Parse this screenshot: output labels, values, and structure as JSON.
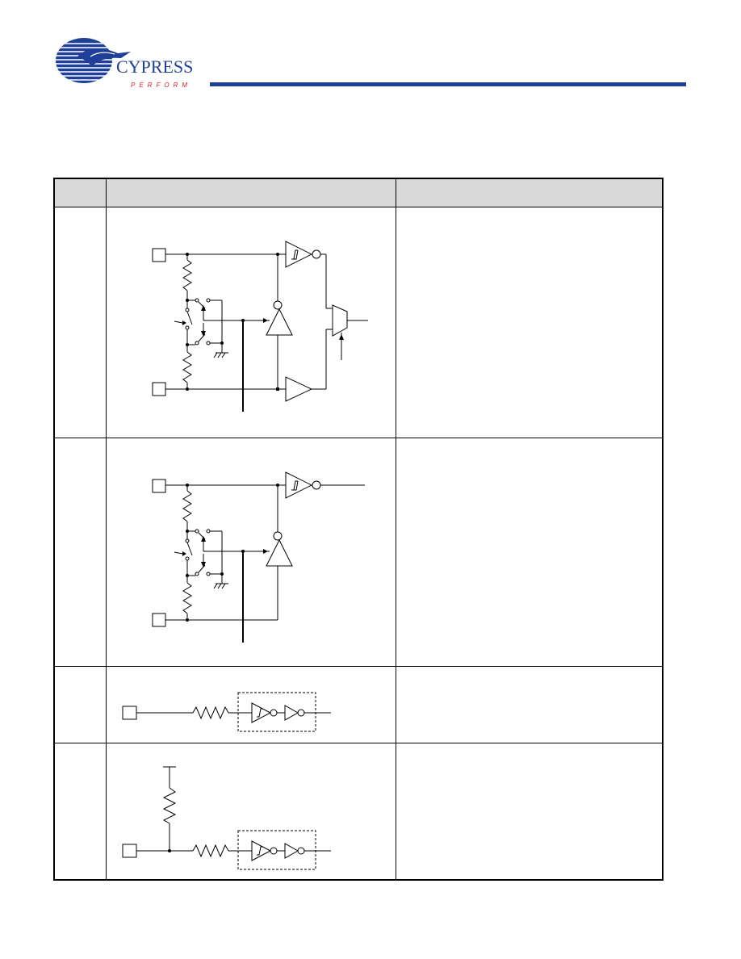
{
  "header": {
    "logo": {
      "wordmark": "CYPRESS",
      "tagline": "PERFORM"
    },
    "colors": {
      "brand_blue": "#1f3f99",
      "brand_red": "#d21f26",
      "header_row_gray": "#d9d9d9"
    }
  },
  "table": {
    "columns": [
      "",
      "",
      ""
    ],
    "rows": [
      {
        "id": "row-1",
        "cell_1": "",
        "description": "",
        "figure": "bidirectional-divider-comparator-mux"
      },
      {
        "id": "row-2",
        "cell_1": "",
        "description": "",
        "figure": "divider-comparator-inverter"
      },
      {
        "id": "row-3",
        "cell_1": "",
        "description": "",
        "figure": "series-resistor-schmitt-buffer"
      },
      {
        "id": "row-4",
        "cell_1": "",
        "description": "",
        "figure": "pullup-series-resistor-schmitt-buffer"
      }
    ]
  }
}
